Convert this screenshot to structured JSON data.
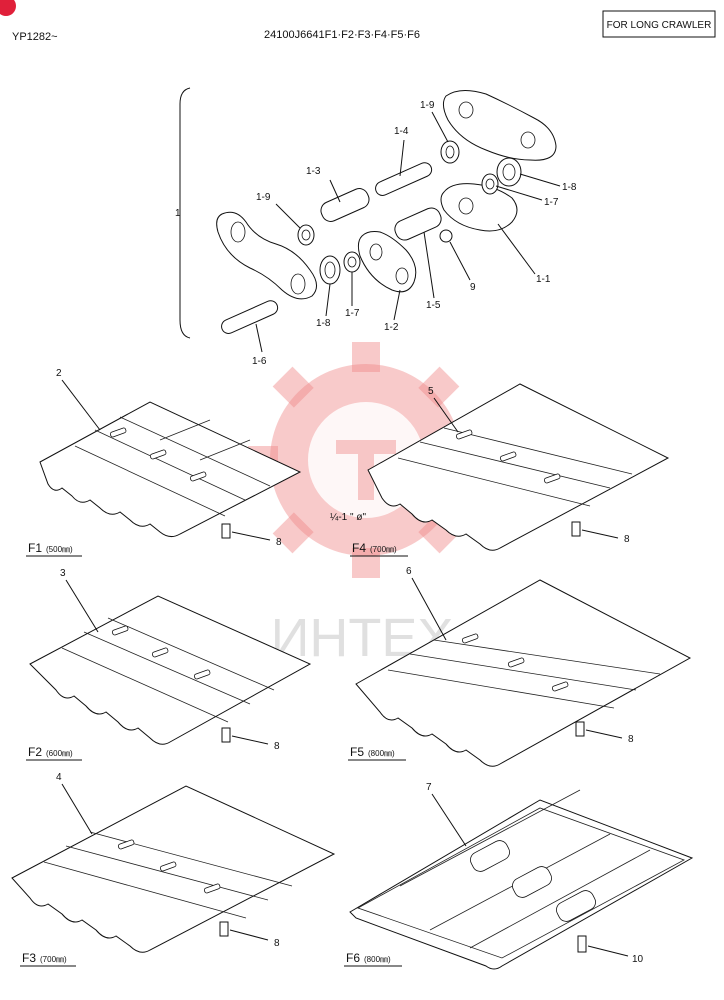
{
  "header": {
    "model_range": "YP1282~",
    "part_number": "24100J6641F1·F2·F3·F4·F5·F6",
    "badge": "FOR LONG CRAWLER"
  },
  "watermark": {
    "text": "ИНТЕХ",
    "color": "#f08a8a"
  },
  "chain_assembly": {
    "bracket_label": "1",
    "callouts": [
      "1-1",
      "1-2",
      "1-3",
      "1-4",
      "1-5",
      "1-6",
      "1-7",
      "1-7",
      "1-8",
      "1-8",
      "1-9",
      "1-9",
      "9"
    ]
  },
  "shoes": [
    {
      "ref": "2",
      "variant": "F1",
      "size": "(500㎜)",
      "bolt_ref": "8"
    },
    {
      "ref": "5",
      "variant": "F4",
      "size": "(700㎜)",
      "bolt_ref": "8",
      "annotation": "¼-1 \" ø\""
    },
    {
      "ref": "3",
      "variant": "F2",
      "size": "(600㎜)",
      "bolt_ref": "8"
    },
    {
      "ref": "6",
      "variant": "F5",
      "size": "(800㎜)",
      "bolt_ref": "8"
    },
    {
      "ref": "4",
      "variant": "F3",
      "size": "(700㎜)",
      "bolt_ref": "8"
    },
    {
      "ref": "7",
      "variant": "F6",
      "size": "(800㎜)",
      "bolt_ref": "10"
    }
  ]
}
